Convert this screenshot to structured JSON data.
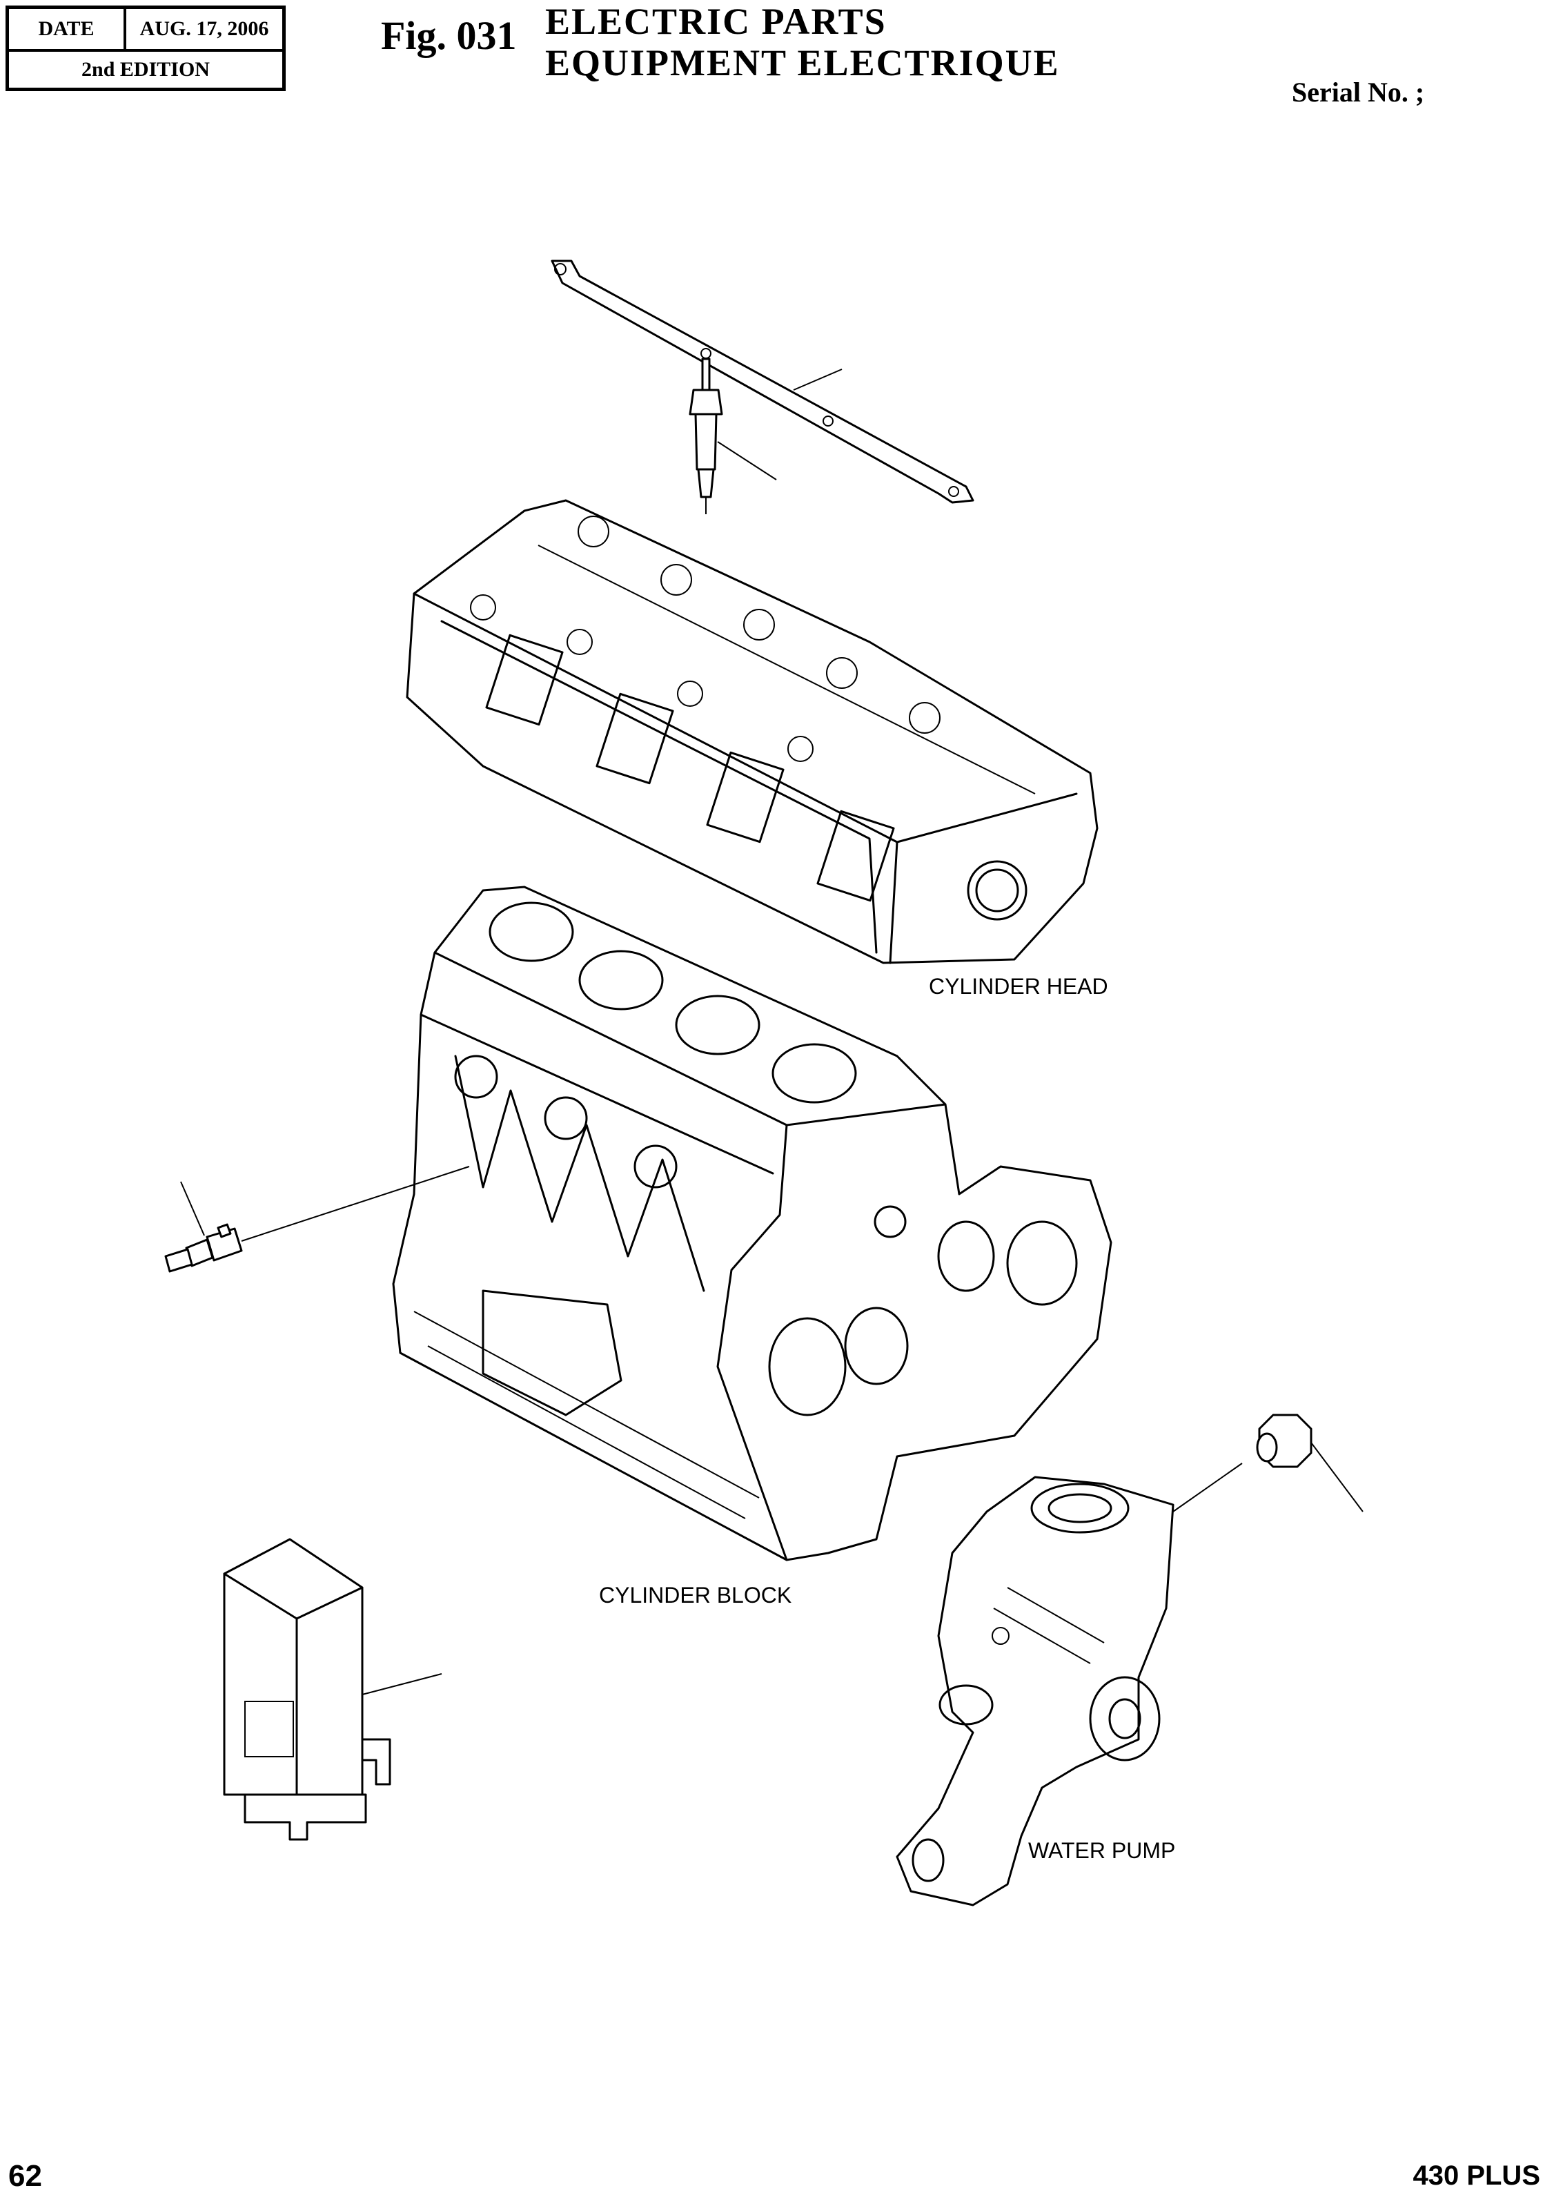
{
  "header": {
    "date_label": "DATE",
    "date_value": "AUG. 17, 2006",
    "edition": "2nd EDITION",
    "figure_number": "Fig. 031",
    "title_en": "ELECTRIC  PARTS",
    "title_fr": "EQUIPMENT  ELECTRIQUE",
    "serial": "Serial No. ;"
  },
  "diagram": {
    "labels": {
      "cylinder_head": "CYLINDER HEAD",
      "cylinder_block": "CYLINDER BLOCK",
      "water_pump": "WATER PUMP"
    },
    "parts": [
      "glow-plug",
      "glow-plug-connector-bar",
      "temperature-sensor",
      "controller-module",
      "thermo-switch"
    ]
  },
  "footer": {
    "page_number": "62",
    "model": "430 PLUS"
  }
}
